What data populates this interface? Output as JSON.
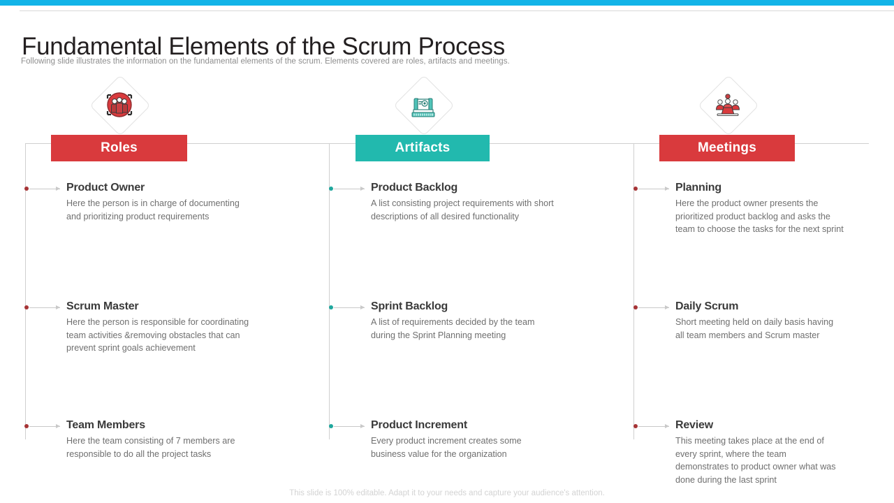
{
  "header": {
    "title": "Fundamental Elements of the Scrum Process",
    "subtitle": "Following slide illustrates the information on the fundamental  elements of the scrum. Elements covered are roles, artifacts and meetings."
  },
  "theme": {
    "accent_bar": "#12b4e8",
    "red": "#d93a3d",
    "teal": "#22b9ae",
    "rail": "#cfcfcf",
    "title_color": "#231f20",
    "body_color": "#6f6f6f"
  },
  "columns": [
    {
      "key": "roles",
      "banner_label": "Roles",
      "banner_color": "#d93a3d",
      "dot_color": "#a63436",
      "arrow_color": "#c9c9c9",
      "icon_name": "roles-people-circle-icon",
      "items": [
        {
          "title": "Product Owner",
          "desc": "Here the person is in charge of documenting\nand prioritizing product requirements"
        },
        {
          "title": "Scrum Master",
          "desc": "Here the person is responsible for coordinating\nteam activities &removing obstacles that can\nprevent sprint goals achievement"
        },
        {
          "title": "Team Members",
          "desc": "Here the team consisting of 7 members are\nresponsible to do all the project tasks"
        }
      ]
    },
    {
      "key": "artifacts",
      "banner_label": "Artifacts",
      "banner_color": "#22b9ae",
      "dot_color": "#1fa79d",
      "arrow_color": "#c9c9c9",
      "icon_name": "artifacts-document-stand-icon",
      "items": [
        {
          "title": "Product Backlog",
          "desc": "A list consisting project requirements with short\ndescriptions of all desired functionality"
        },
        {
          "title": "Sprint Backlog",
          "desc": "A list of requirements decided by the team\nduring the Sprint Planning meeting"
        },
        {
          "title": "Product Increment",
          "desc": " Every product increment creates some\nbusiness value for the organization"
        }
      ]
    },
    {
      "key": "meetings",
      "banner_label": "Meetings",
      "banner_color": "#d93a3d",
      "dot_color": "#a63436",
      "arrow_color": "#c9c9c9",
      "icon_name": "meetings-team-table-icon",
      "items": [
        {
          "title": "Planning",
          "desc": "Here the product owner presents the\nprioritized product backlog and asks the\nteam to choose the tasks for the next sprint"
        },
        {
          "title": "Daily Scrum",
          "desc": "Short meeting held on daily basis having\nall team members and Scrum master"
        },
        {
          "title": "Review",
          "desc": "This meeting takes place at the end of\nevery sprint, where the team\ndemonstrates to product owner what was\ndone during the last sprint"
        }
      ]
    }
  ],
  "footer": {
    "note": "This slide is 100% editable. Adapt it to your needs and capture your audience's attention."
  }
}
